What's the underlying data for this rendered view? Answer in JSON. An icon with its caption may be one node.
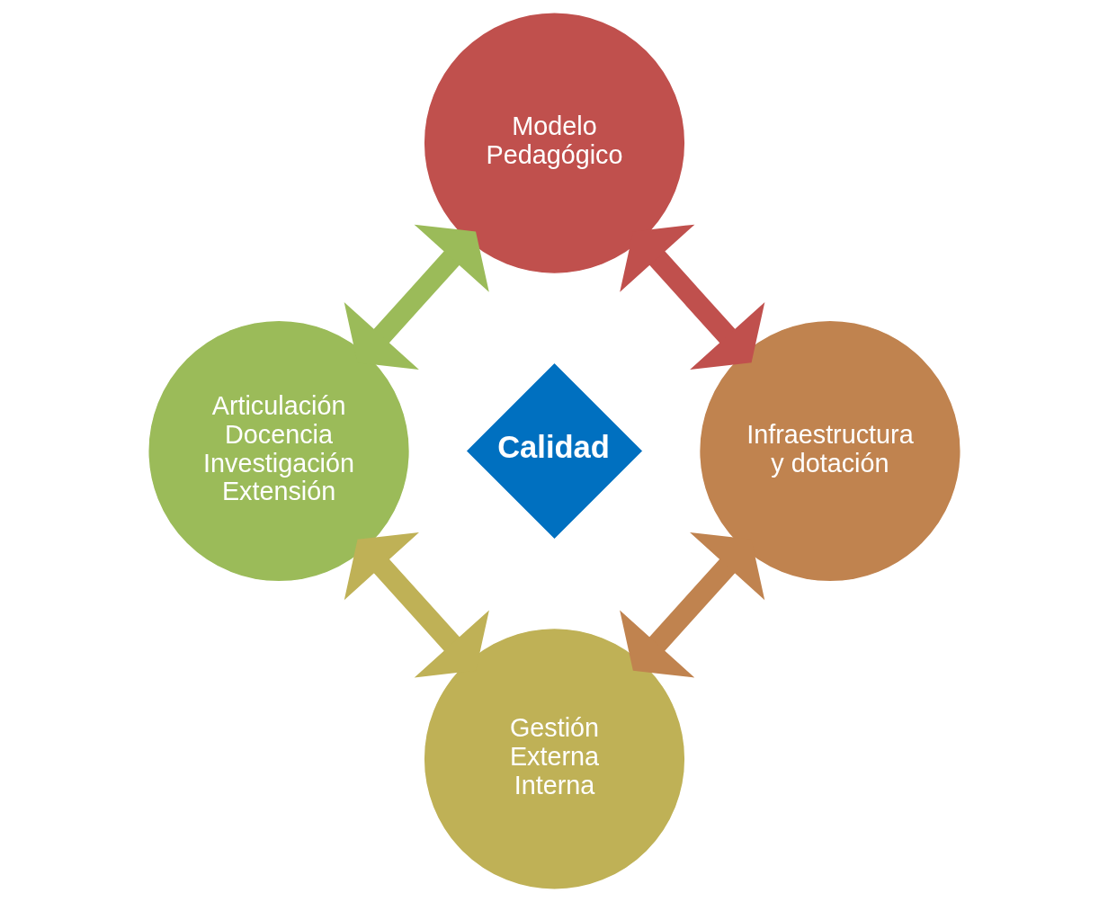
{
  "diagram": {
    "nodes": [
      {
        "text": [
          "Modelo Pedagógico"
        ]
      },
      {
        "text": [
          "Infraestructura y dotación"
        ]
      },
      {
        "text": [
          "Gestión",
          "Externa",
          "Interna"
        ]
      },
      {
        "text": [
          "Articulación",
          "Docencia",
          "Investigación",
          "Extensión"
        ]
      },
      {
        "text": [
          "Calidad"
        ]
      }
    ],
    "edges": [
      {
        "from": 0,
        "to": 1,
        "arrow": "both",
        "color": "#c0504d"
      },
      {
        "from": 1,
        "to": 2,
        "arrow": "both",
        "color": "#c0834f"
      },
      {
        "from": 2,
        "to": 3,
        "arrow": "both",
        "color": "#bfb156"
      },
      {
        "from": 3,
        "to": 0,
        "arrow": "both",
        "color": "#9bbb59"
      }
    ]
  }
}
